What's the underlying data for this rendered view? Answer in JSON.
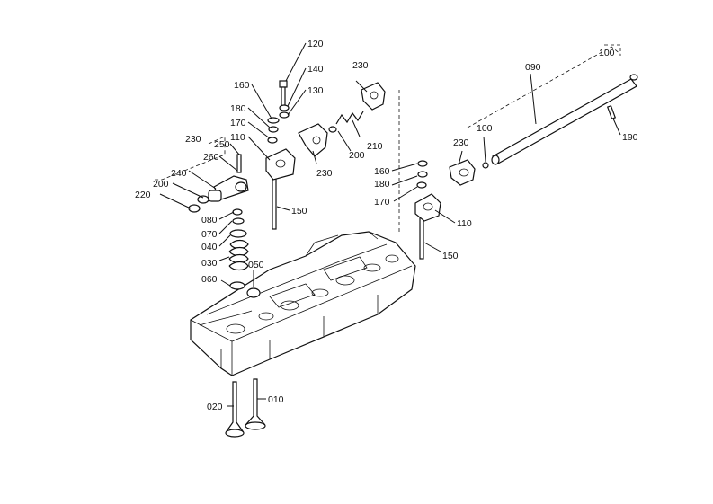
{
  "diagram": {
    "labels": {
      "p120": "120",
      "p140": "140",
      "p130": "130",
      "p160a": "160",
      "p180a": "180",
      "p170a": "170",
      "p110a": "110",
      "p230a": "230",
      "p250": "250",
      "p260": "260",
      "p240": "240",
      "p200a": "200",
      "p220": "220",
      "p080": "080",
      "p070": "070",
      "p040": "040",
      "p030": "030",
      "p060": "060",
      "p050": "050",
      "p150a": "150",
      "p230b": "230",
      "p230c": "230",
      "p200b": "200",
      "p210": "210",
      "p160b": "160",
      "p180b": "180",
      "p170b": "170",
      "p110b": "110",
      "p150b": "150",
      "p230d": "230",
      "p100a": "100",
      "p090": "090",
      "p100b": "100",
      "p190": "190",
      "p020": "020",
      "p010": "010"
    }
  }
}
